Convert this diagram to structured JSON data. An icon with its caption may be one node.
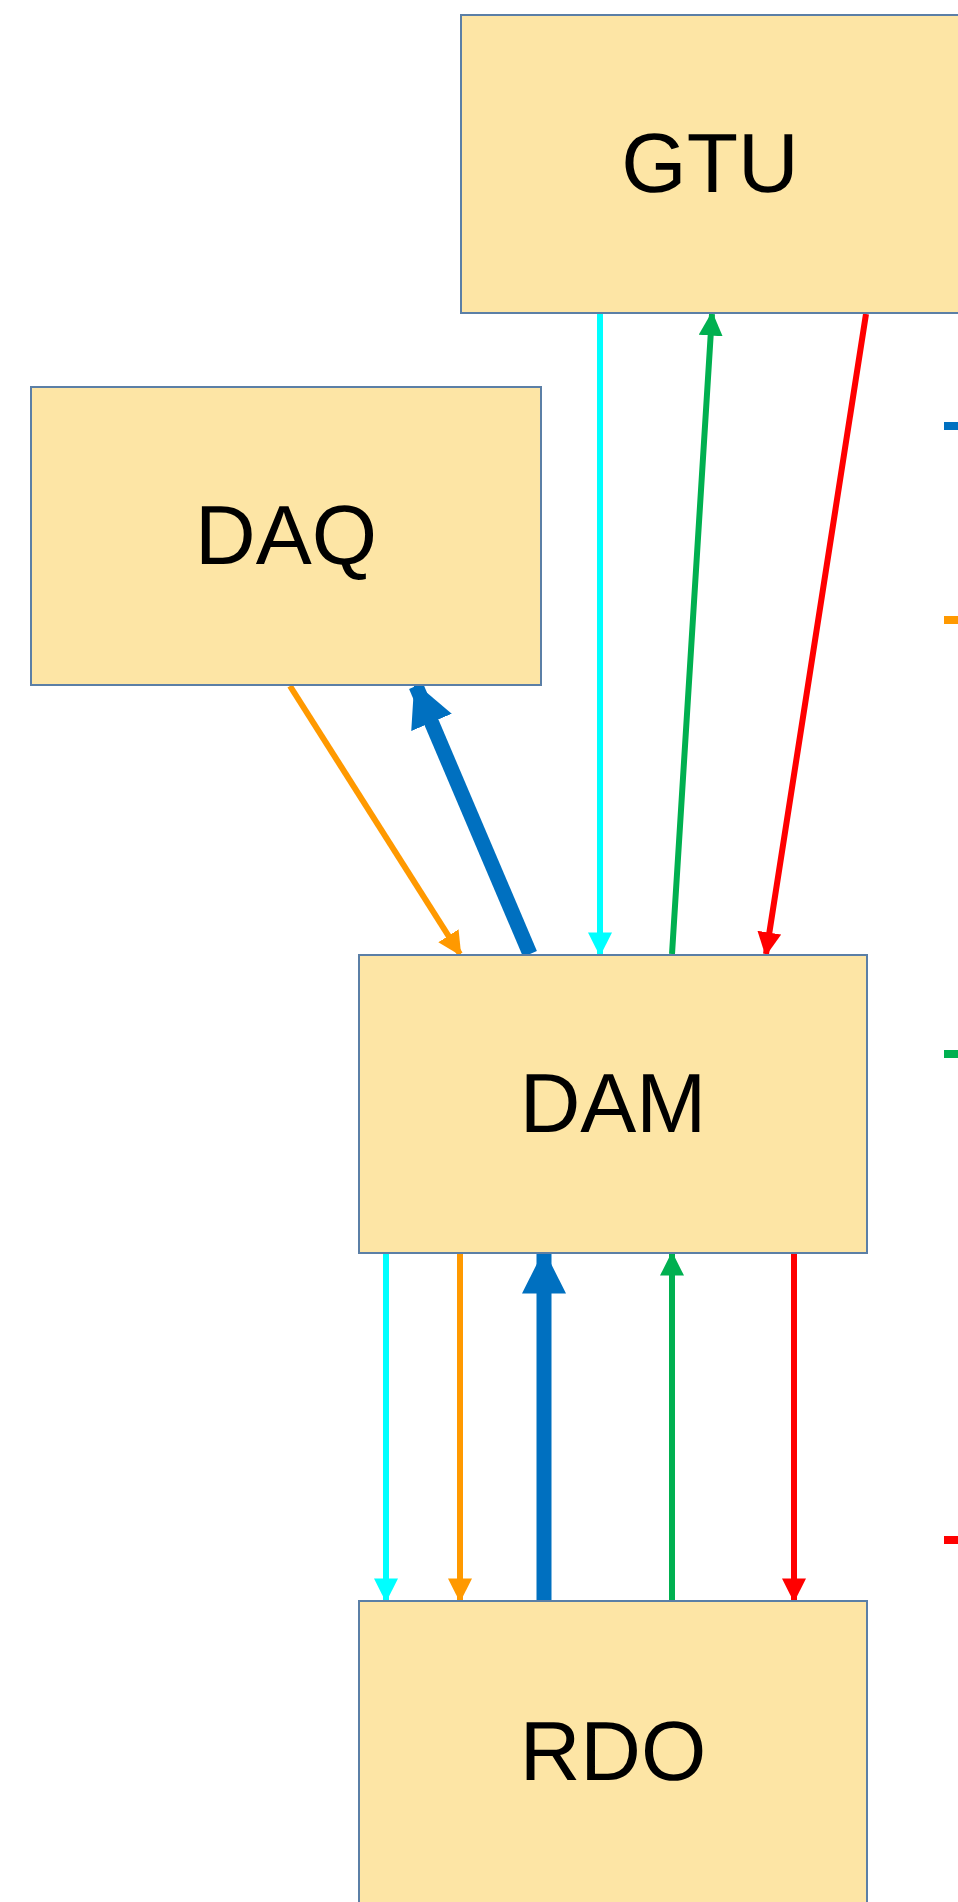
{
  "diagram": {
    "nodes": [
      {
        "text": [
          "GTU"
        ]
      },
      {
        "text": [
          "DAQ"
        ]
      },
      {
        "text": [
          "DAM"
        ]
      },
      {
        "text": [
          "RDO"
        ]
      }
    ],
    "edges": [
      {
        "from": 0,
        "to": 2,
        "arrow": "to",
        "color": "#00ffff"
      },
      {
        "from": 2,
        "to": 0,
        "arrow": "to",
        "color": "#00b050"
      },
      {
        "from": 0,
        "to": 2,
        "arrow": "to",
        "color": "#ff0000"
      },
      {
        "from": 1,
        "to": 2,
        "arrow": "to",
        "color": "#ff9900"
      },
      {
        "from": 2,
        "to": 1,
        "arrow": "to",
        "color": "#0070c0",
        "style": "thick"
      },
      {
        "from": 2,
        "to": 3,
        "arrow": "to",
        "color": "#00ffff"
      },
      {
        "from": 2,
        "to": 3,
        "arrow": "to",
        "color": "#ff9900"
      },
      {
        "from": 3,
        "to": 2,
        "arrow": "to",
        "color": "#0070c0",
        "style": "thick"
      },
      {
        "from": 3,
        "to": 2,
        "arrow": "to",
        "color": "#00b050"
      },
      {
        "from": 2,
        "to": 3,
        "arrow": "to",
        "color": "#ff0000"
      }
    ]
  }
}
